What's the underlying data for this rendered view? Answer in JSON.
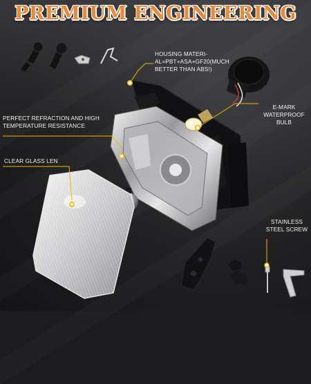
{
  "headline": "PREMIUM ENGINEERING",
  "callouts": {
    "housing": "HOUSING MATERI-AL=PBT+ASA+GF20(MUCH BETTER THAN ABS!)",
    "refraction": "PERFECT REFRACTION AND HIGH TEMPERATURE RESISTANCE",
    "glass": "CLEAR GLASS LEN",
    "emark": "E-MARK WATERPROOF BULB",
    "screw": "STAINLESS STEEL SCREW"
  },
  "colors": {
    "headline": "#e88a3a",
    "accent_line": "#f2b400",
    "background": "#1c1c1e"
  }
}
